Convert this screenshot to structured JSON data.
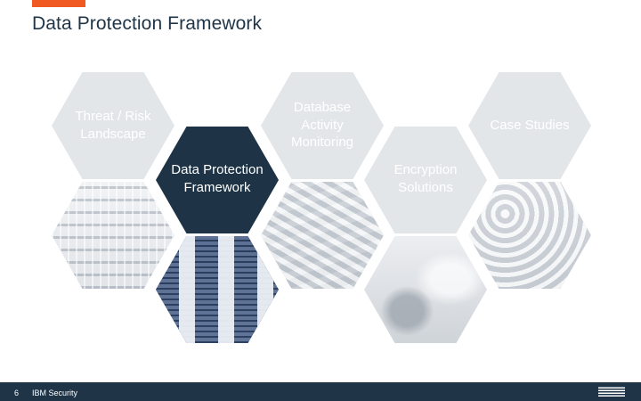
{
  "slide": {
    "title": "Data Protection Framework"
  },
  "hexagons": {
    "threat": "Threat / Risk\nLandscape",
    "framework": "Data Protection\nFramework",
    "database": "Database\nActivity\nMonitoring",
    "encryption": "Encryption\nSolutions",
    "cases": "Case Studies"
  },
  "footer": {
    "page_number": "6",
    "brand": "IBM Security"
  },
  "icons": {
    "logo": "ibm-logo"
  },
  "colors": {
    "accent": "#f05a22",
    "navy": "#1f3547",
    "hex_gray": "#e3e6e9"
  }
}
